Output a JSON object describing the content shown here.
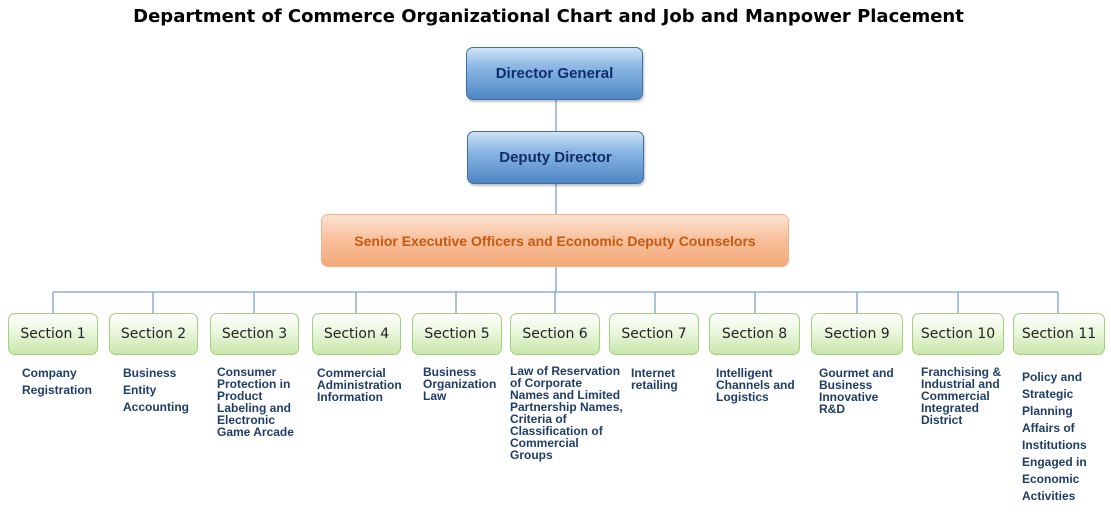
{
  "title": "Department of Commerce Organizational Chart and Job and Manpower Placement",
  "director_general": "Director General",
  "deputy_director": "Deputy Director",
  "senior_officers": "Senior Executive Officers and Economic Deputy Counselors",
  "sections": [
    {
      "label": "Section 1",
      "desc": "Company Registration"
    },
    {
      "label": "Section 2",
      "desc": "Business Entity Accounting"
    },
    {
      "label": "Section 3",
      "desc": "Consumer Protection in Product Labeling and Electronic Game Arcade"
    },
    {
      "label": "Section 4",
      "desc": "Commercial Administration Information"
    },
    {
      "label": "Section 5",
      "desc": "Business Organization Law"
    },
    {
      "label": "Section 6",
      "desc": "Law of Reservation of Corporate Names and Limited Partnership Names, Criteria of Classification of Commercial Groups"
    },
    {
      "label": "Section 7",
      "desc": "Internet retailing"
    },
    {
      "label": "Section 8",
      "desc": "Intelligent Channels and Logistics"
    },
    {
      "label": "Section 9",
      "desc": "Gourmet and Business Innovative R&D"
    },
    {
      "label": "Section 10",
      "desc": "Franchising & Industrial and Commercial Integrated District"
    },
    {
      "label": "Section 11",
      "desc": "Policy and Strategic Planning Affairs of Institutions Engaged in Economic Activities"
    }
  ],
  "colors": {
    "connector": "#7aa5c9",
    "top_box": "#4e86c4",
    "senior_box": "#f4a979",
    "section_box": "#c8e6a9",
    "desc_text": "#1f3d66"
  }
}
